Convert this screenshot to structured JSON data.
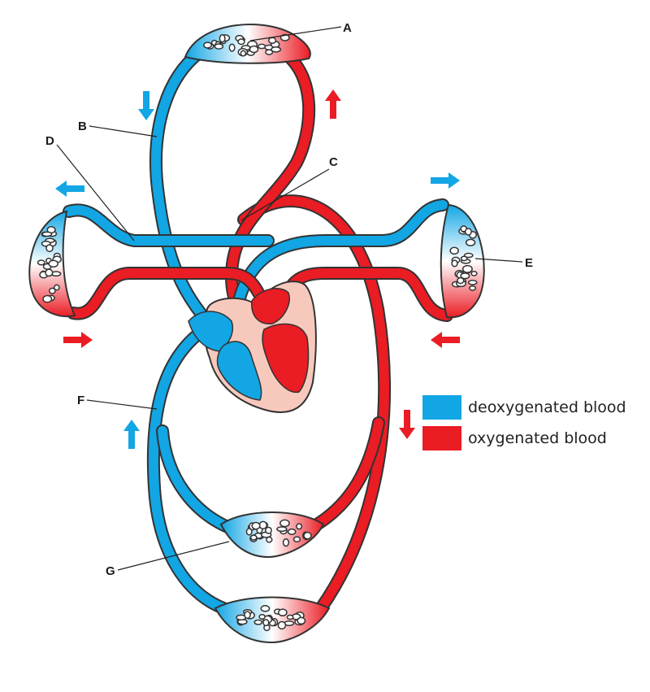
{
  "diagram": {
    "title": "Double circulatory system",
    "colors": {
      "deoxygenated": "#12a6e4",
      "oxygenated": "#ea1c24",
      "heart_wall": "#f7c9bd",
      "outline": "#333333"
    },
    "labels": {
      "A": "A",
      "B": "B",
      "C": "C",
      "D": "D",
      "E": "E",
      "F": "F",
      "G": "G"
    },
    "arrows": [
      {
        "id": "arrow-top-left",
        "color": "deoxygenated",
        "direction": "down"
      },
      {
        "id": "arrow-top-right",
        "color": "oxygenated",
        "direction": "up"
      },
      {
        "id": "arrow-left-top",
        "color": "deoxygenated",
        "direction": "left"
      },
      {
        "id": "arrow-left-bottom",
        "color": "oxygenated",
        "direction": "right"
      },
      {
        "id": "arrow-right-top",
        "color": "deoxygenated",
        "direction": "right"
      },
      {
        "id": "arrow-right-bottom",
        "color": "oxygenated",
        "direction": "left"
      },
      {
        "id": "arrow-lower-left",
        "color": "deoxygenated",
        "direction": "up"
      },
      {
        "id": "arrow-lower-right",
        "color": "oxygenated",
        "direction": "down"
      }
    ]
  },
  "legend": {
    "items": [
      {
        "label": "deoxygenated blood",
        "color": "#12a6e4"
      },
      {
        "label": "oxygenated blood",
        "color": "#ea1c24"
      }
    ]
  }
}
